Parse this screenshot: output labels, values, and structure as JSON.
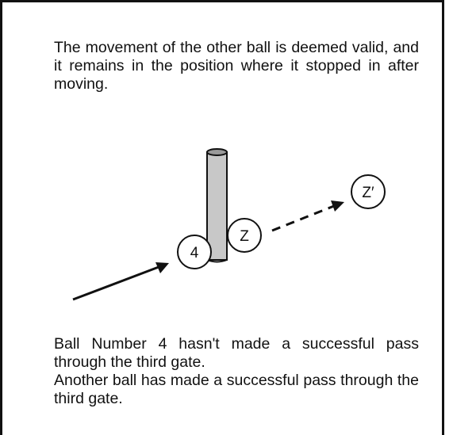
{
  "caption_top": "The movement of the other ball is deemed valid, and it remains in the position where it stopped in after moving.",
  "caption_bottom": [
    "Ball Number 4 hasn't made a successful pass through the third gate.",
    "Another ball has made a successful pass through the third gate."
  ],
  "balls": {
    "ball_4": "4",
    "ball_z": "Z",
    "ball_z_prime": "Z′"
  },
  "colors": {
    "line": "#111111",
    "gate_post_fill": "#c8c8c8",
    "gate_post_top": "#9a9a9a",
    "ball_fill": "#ffffff"
  },
  "icons": {
    "gate_post": "gate-post-icon",
    "arrow_solid": "arrow-solid-icon",
    "arrow_dashed": "arrow-dashed-icon"
  }
}
